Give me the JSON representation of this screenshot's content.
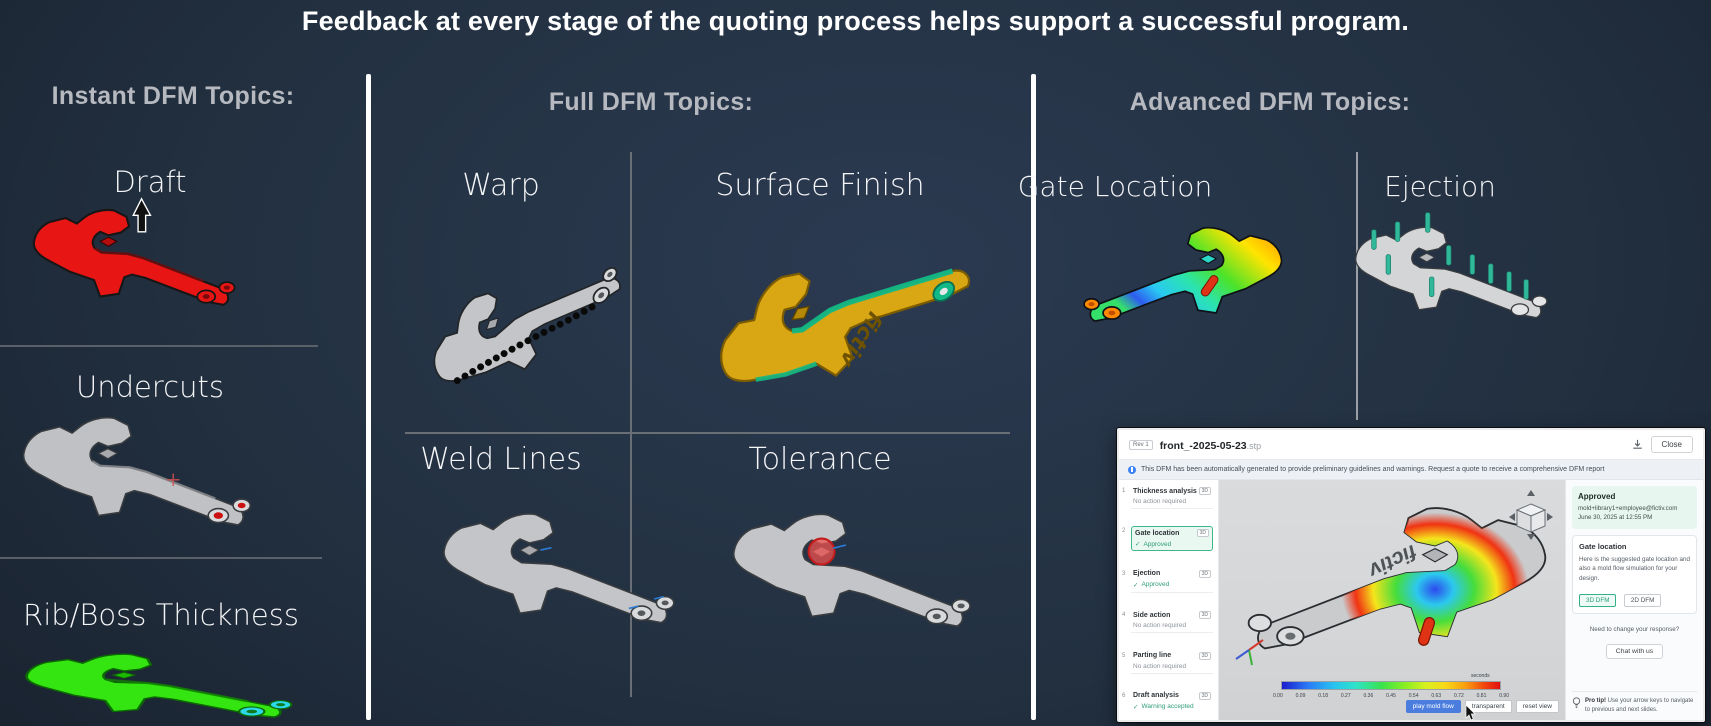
{
  "title": "Feedback at every stage of the quoting process helps support a successful program.",
  "sections": {
    "instant": {
      "header": "Instant DFM Topics:",
      "topics": {
        "draft": "Draft",
        "undercuts": "Undercuts",
        "ribboss": "Rib/Boss Thickness"
      }
    },
    "full": {
      "header": "Full DFM Topics:",
      "topics": {
        "warp": "Warp",
        "surface": "Surface Finish",
        "weld": "Weld Lines",
        "tolerance": "Tolerance"
      }
    },
    "advanced": {
      "header": "Advanced DFM Topics:",
      "topics": {
        "gate": "Gate Location",
        "ejection": "Ejection"
      }
    }
  },
  "part_logo": "fictiv",
  "app": {
    "rev_badge": "Rev 1",
    "file_name": "front_-2025-05-23",
    "file_ext": ".stp",
    "close_label": "Close",
    "banner": "This DFM has been automatically generated to provide preliminary guidelines and warnings. Request a quote to receive a comprehensive DFM report",
    "checklist": [
      {
        "num": "1",
        "label": "Thickness analysis",
        "badge": "3D",
        "status": "No action required",
        "selected": false
      },
      {
        "num": "2",
        "label": "Gate location",
        "badge": "3D",
        "status": "Approved",
        "check": "✓",
        "selected": true
      },
      {
        "num": "3",
        "label": "Ejection",
        "badge": "3D",
        "status": "Approved",
        "check": "✓",
        "selected": false
      },
      {
        "num": "4",
        "label": "Side action",
        "badge": "3D",
        "status": "No action required",
        "selected": false
      },
      {
        "num": "5",
        "label": "Parting line",
        "badge": "3D",
        "status": "No action required",
        "selected": false
      },
      {
        "num": "6",
        "label": "Draft analysis",
        "badge": "3D",
        "status": "Warning accepted",
        "check": "✓",
        "selected": false
      }
    ],
    "viewport": {
      "units_label": "seconds",
      "scale_ticks": [
        "0.00",
        "0.09",
        "0.18",
        "0.27",
        "0.36",
        "0.45",
        "0.54",
        "0.63",
        "0.72",
        "0.81",
        "0.90"
      ],
      "play_button": "play mold flow",
      "transparent_button": "transparent",
      "reset_button": "reset view"
    },
    "panel": {
      "approved_title": "Approved",
      "approved_email": "mold+library1+employee@fictiv.com",
      "approved_date": "June 30, 2025 at 12:55 PM",
      "card_title": "Gate location",
      "card_body": "Here is the suggested gate location and also a mold flow simulation for your design.",
      "btn_3d": "3D DFM",
      "btn_2d": "2D DFM",
      "change_prompt": "Need to change your response?",
      "chat_button": "Chat with us",
      "pro_tip_bold": "Pro tip!",
      "pro_tip_rest": " Use your arrow keys to navigate to previous and next slides."
    }
  },
  "colors": {
    "background_dark": "#131a25",
    "header_gray": "#b6b9bf",
    "label_white": "#f4f5f7",
    "divider_white": "#ffffff",
    "part_red": "#e81515",
    "part_green": "#35e512",
    "part_yellow": "#d9a614",
    "teal_accent": "#2db392",
    "approved_green": "#2f9e77",
    "play_blue": "#4a7ddd"
  }
}
